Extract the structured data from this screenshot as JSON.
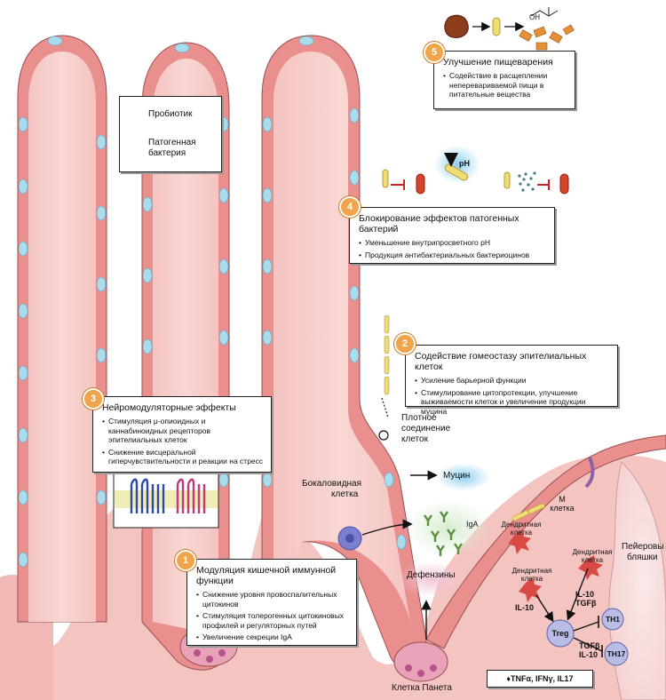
{
  "colors": {
    "tissue": "#f2b9b7",
    "tissue_light": "#f7d2cd",
    "epithelium": "#e98f8e",
    "goblet": "#a9dcec",
    "badge": "#f0a44c",
    "probiotic": "#f0dc74",
    "pathogen": "#d8432b",
    "inhibit": "#cc2222",
    "peyer": "#f8dede"
  },
  "legend": {
    "probiotic": "Пробиотик",
    "pathogen_line1": "Патогенная",
    "pathogen_line2": "бактерия"
  },
  "box1": {
    "num": "1",
    "title": "Модуляция кишечной иммунной функции",
    "items": [
      "Снижение уровня провоспалительных цитокинов",
      "Стимуляция толерогенных цитокиновых профилей и регуляторных путей",
      "Увеличение секреции IgA"
    ]
  },
  "box2": {
    "num": "2",
    "title": "Содействие гомеостазу эпителиальных клеток",
    "items": [
      "Усиление барьерной функции",
      "Стимулирование цитопротекции, улучшение выживаемости клеток и увеличение продукции муцина"
    ]
  },
  "box3": {
    "num": "3",
    "title": "Нейромодуляторные эффекты",
    "items": [
      "Стимуляция μ-опиоидных и каннабиноидных рецепторов эпителиальных клеток",
      "Снижение висцеральной гиперчувствительности и реакции на стресс"
    ]
  },
  "box4": {
    "num": "4",
    "title": "Блокирование эффектов патогенных бактерий",
    "items": [
      "Уменьшение внутрипросветного pH",
      "Продукция антибактериальных бактериоцинов"
    ]
  },
  "box5": {
    "num": "5",
    "title": "Улучшение пищеварения",
    "items": [
      "Содействие в расщеплении неперевариваемой пищи в питательные вещества"
    ]
  },
  "labels": {
    "ph": "pH",
    "tight_junction": [
      "Плотное",
      "соединение",
      "клеток"
    ],
    "goblet": [
      "Бокаловидная",
      "клетка"
    ],
    "mucin": "Муцин",
    "iga": "IgA",
    "defensins": "Дефензины",
    "paneth": "Клетка Панета",
    "m_cell": [
      "М",
      "клетка"
    ],
    "dendritic": [
      "Дендритная",
      "клетка"
    ],
    "peyer": [
      "Пейеровы",
      "бляшки"
    ],
    "il10": "IL-10",
    "il10_tgfb": [
      "IL-10",
      "TGFβ"
    ],
    "tgfb_il10": [
      "TGFβ",
      "IL-10"
    ],
    "treg": "Treg",
    "th1": "TH1",
    "th17": "TH17",
    "cytokines": "♦TNFα, IFNγ, IL17",
    "oh": "OH"
  }
}
